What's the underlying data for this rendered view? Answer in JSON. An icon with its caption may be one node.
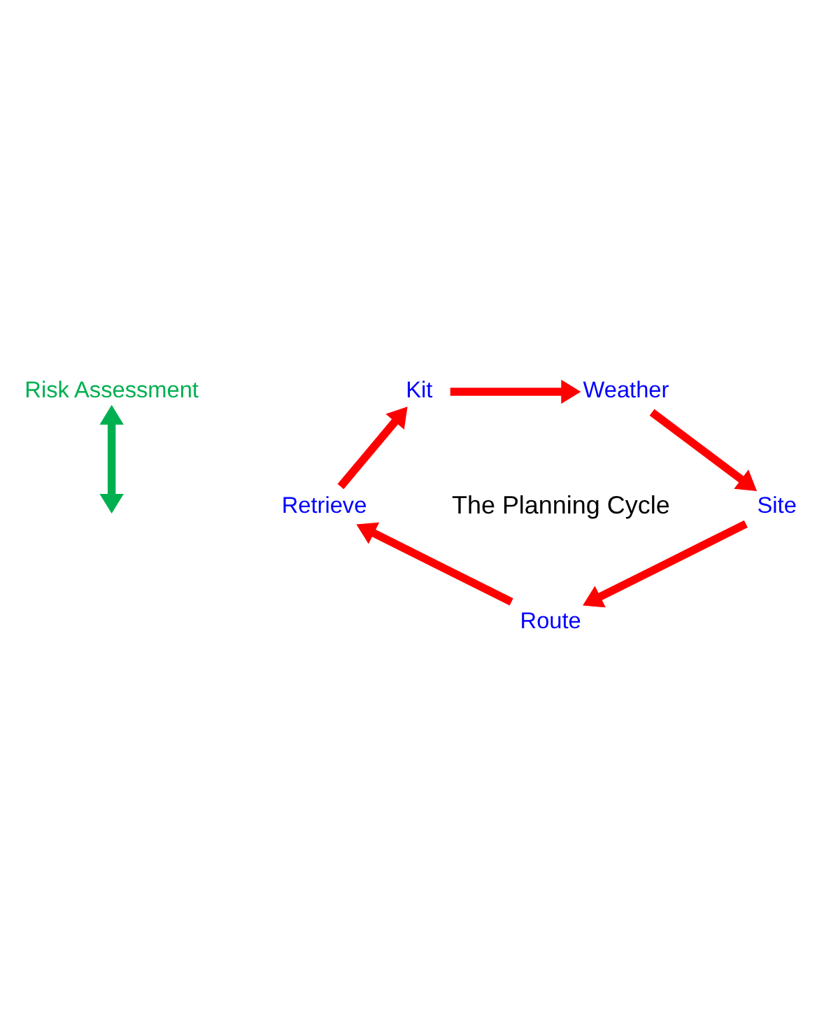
{
  "diagram": {
    "nodes": [
      {
        "text": [
          "Risk Assessment"
        ]
      },
      {
        "text": [
          "Kit"
        ]
      },
      {
        "text": [
          "Weather"
        ]
      },
      {
        "text": [
          "Site"
        ]
      },
      {
        "text": [
          "Route"
        ]
      },
      {
        "text": [
          "Retrieve"
        ]
      }
    ],
    "edges": [
      {
        "from": 0,
        "to": null,
        "arrow": "both",
        "color": "#00b050"
      },
      {
        "from": 1,
        "to": 2,
        "arrow": "to"
      },
      {
        "from": 2,
        "to": 3,
        "arrow": "to"
      },
      {
        "from": 3,
        "to": 4,
        "arrow": "to"
      },
      {
        "from": 4,
        "to": 5,
        "arrow": "to"
      },
      {
        "from": 5,
        "to": 1,
        "arrow": "to"
      }
    ],
    "labels": [
      "The Planning Cycle"
    ]
  }
}
